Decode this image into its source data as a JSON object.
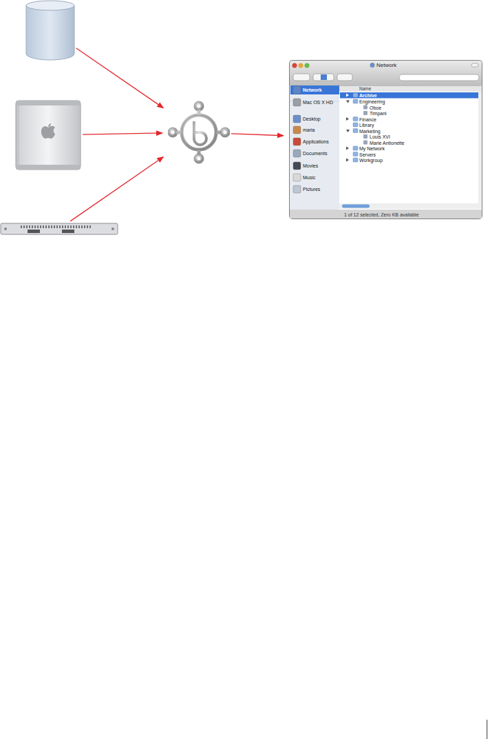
{
  "diagram": {
    "nodes": [
      {
        "text": []
      },
      {
        "text": []
      },
      {
        "text": []
      },
      {
        "text": []
      },
      {
        "text": [
          "Network",
          "Network",
          "Mac OS X HD",
          "Desktop",
          "maria",
          "Applications",
          "Documents",
          "Movies",
          "Music",
          "Pictures",
          "Name",
          "Archive",
          "Engineering",
          "Oboe",
          "Timpani",
          "Finance",
          "Library",
          "Marketing",
          "Louis XVI",
          "Marie Antionette",
          "My Network",
          "Servers",
          "Workgroup",
          "1 of 12 selected, Zero KB available"
        ]
      }
    ],
    "edges": [
      {
        "from": 0,
        "to": 3,
        "arrow": "to"
      },
      {
        "from": 1,
        "to": 3,
        "arrow": "to"
      },
      {
        "from": 2,
        "to": 3,
        "arrow": "to"
      },
      {
        "from": 3,
        "to": 4,
        "arrow": "to"
      }
    ]
  }
}
